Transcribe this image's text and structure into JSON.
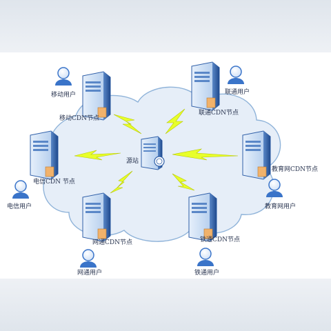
{
  "diagram": {
    "origin_label": "源站",
    "nodes": [
      {
        "key": "mobile",
        "node_label": "移动CDN节点",
        "user_label": "移动用户"
      },
      {
        "key": "unicom",
        "node_label": "联通CDN节点",
        "user_label": "联通用户"
      },
      {
        "key": "telecom",
        "node_label": "电信CDN 节点",
        "user_label": "电信用户"
      },
      {
        "key": "edu",
        "node_label": "教育网CDN节点",
        "user_label": "教育网用户"
      },
      {
        "key": "netcom",
        "node_label": "网通CDN节点",
        "user_label": "网通用户"
      },
      {
        "key": "railcom",
        "node_label": "铁通CDN节点",
        "user_label": "铁通用户"
      }
    ],
    "colors": {
      "cloud_fill": "#e6eef8",
      "cloud_stroke": "#8fb3d9",
      "server_front": "#2f5fa8",
      "server_side": "#cfe0f5",
      "lightning": "#e8ff2a",
      "user": "#3a74c9",
      "label": "#2a3550"
    }
  }
}
